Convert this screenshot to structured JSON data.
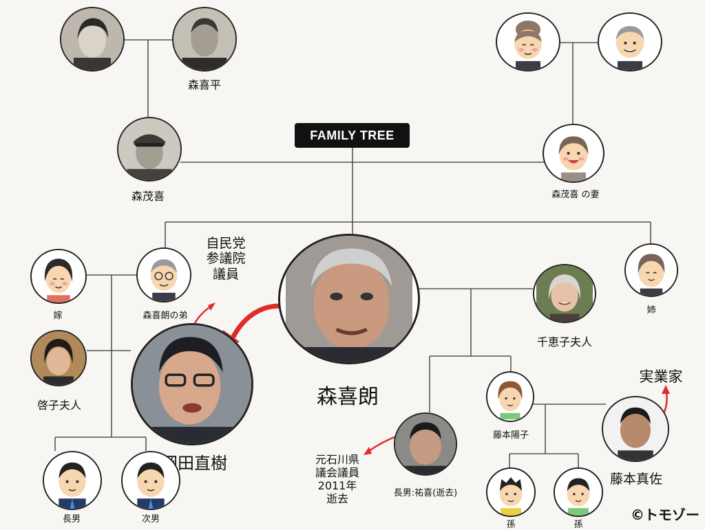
{
  "badge": "FAMILY TREE",
  "people": {
    "grandpa_left": "森喜平",
    "father": "森茂喜",
    "mother": "森茂喜 の妻",
    "main": "森喜朗",
    "wife": "千恵子夫人",
    "sister": "姉",
    "brother": "森喜朗の弟",
    "daughter_in_law": "嫁",
    "keiko": "啓子夫人",
    "okada": "岡田直樹",
    "son1": "長男",
    "son2": "次男",
    "yuki": "長男:祐喜(逝去)",
    "yoko": "藤本陽子",
    "masasuke": "藤本真佐",
    "grandchild1": "孫",
    "grandchild2": "孫"
  },
  "annotations": {
    "ldp": "自民党\n参議院\n議員",
    "assembly": "元石川県\n議会議員\n2011年\n逝去",
    "business": "実業家"
  },
  "copyright": "©トモゾー"
}
